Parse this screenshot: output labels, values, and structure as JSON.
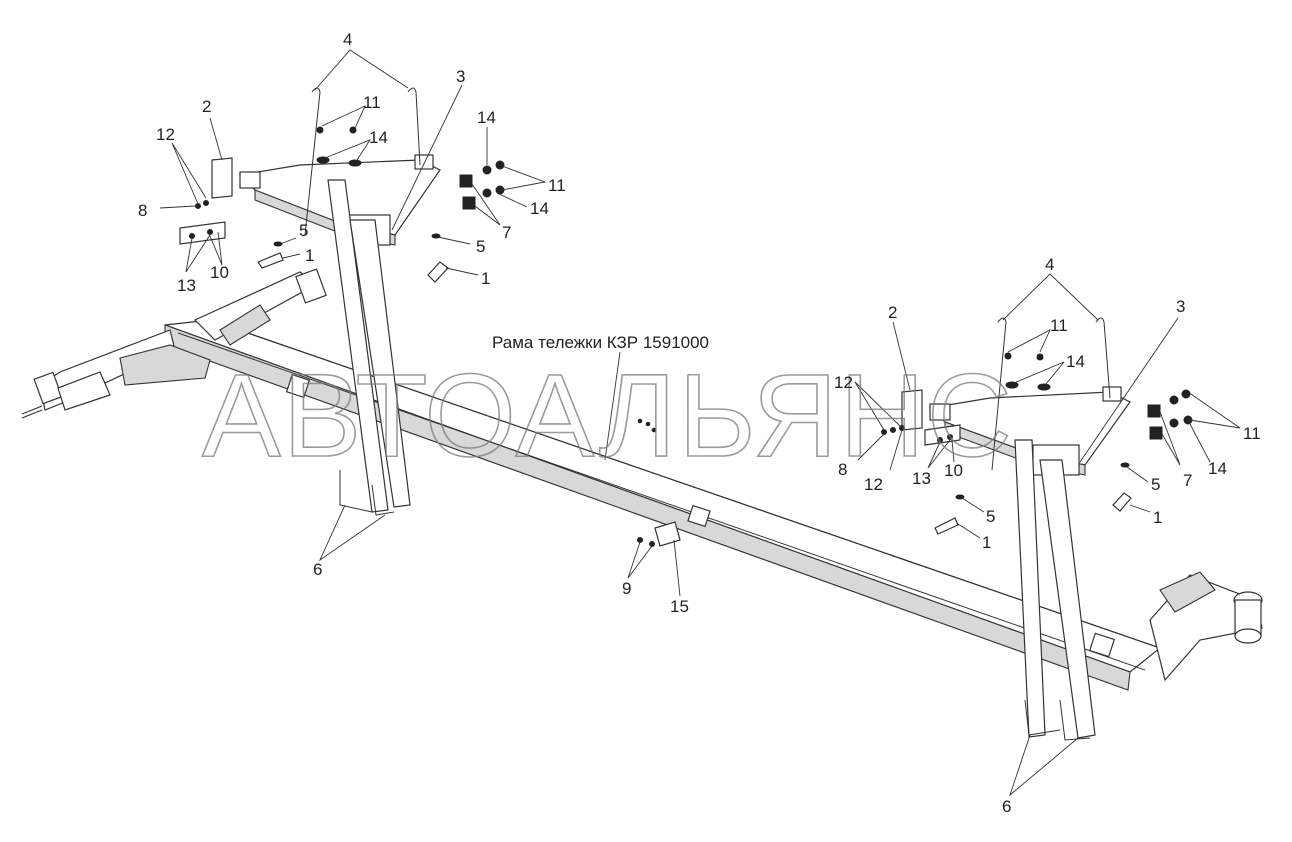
{
  "caption": "Рама тележки КЗР 1591000",
  "watermark": "АВТОАЛЬЯНС",
  "callouts": {
    "left": {
      "n4": "4",
      "n3": "3",
      "n2": "2",
      "n11a": "11",
      "n14a": "14",
      "n12": "12",
      "n14b": "14",
      "n11b": "11",
      "n8": "8",
      "n14c": "14",
      "n7": "7",
      "n5a": "5",
      "n1a": "1",
      "n5b": "5",
      "n1b": "1",
      "n13": "13",
      "n10": "10",
      "n6": "6"
    },
    "middle": {
      "n9": "9",
      "n15": "15"
    },
    "right": {
      "n4": "4",
      "n2": "2",
      "n3": "3",
      "n11a": "11",
      "n14a": "14",
      "n12a": "12",
      "n11b": "11",
      "n8": "8",
      "n12b": "12",
      "n13": "13",
      "n10": "10",
      "n7": "7",
      "n14b": "14",
      "n5a": "5",
      "n5b": "5",
      "n1a": "1",
      "n1b": "1",
      "n6": "6"
    }
  }
}
